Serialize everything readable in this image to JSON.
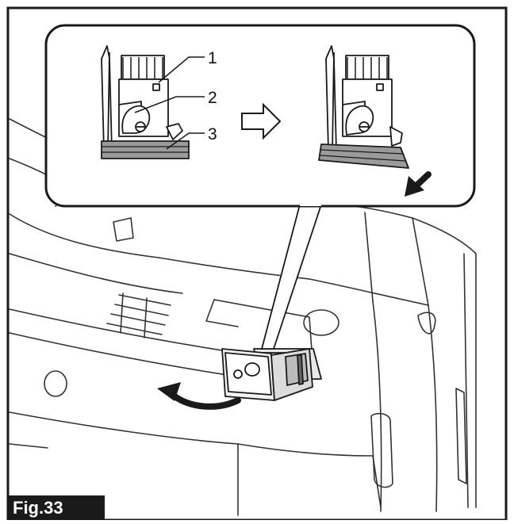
{
  "figure": {
    "label": "Fig.33",
    "callouts": [
      "1",
      "2",
      "3"
    ],
    "icons": {
      "step_arrow": "right-arrow-outline-icon",
      "motion_arrow_detail": "down-arrow-icon",
      "motion_arrow_main": "curved-left-arrow-icon"
    },
    "colors": {
      "line": "#1a1a1a",
      "tab_fill": "#9a9a9a",
      "label_bg": "#1a1a1a",
      "label_text": "#ffffff"
    }
  }
}
